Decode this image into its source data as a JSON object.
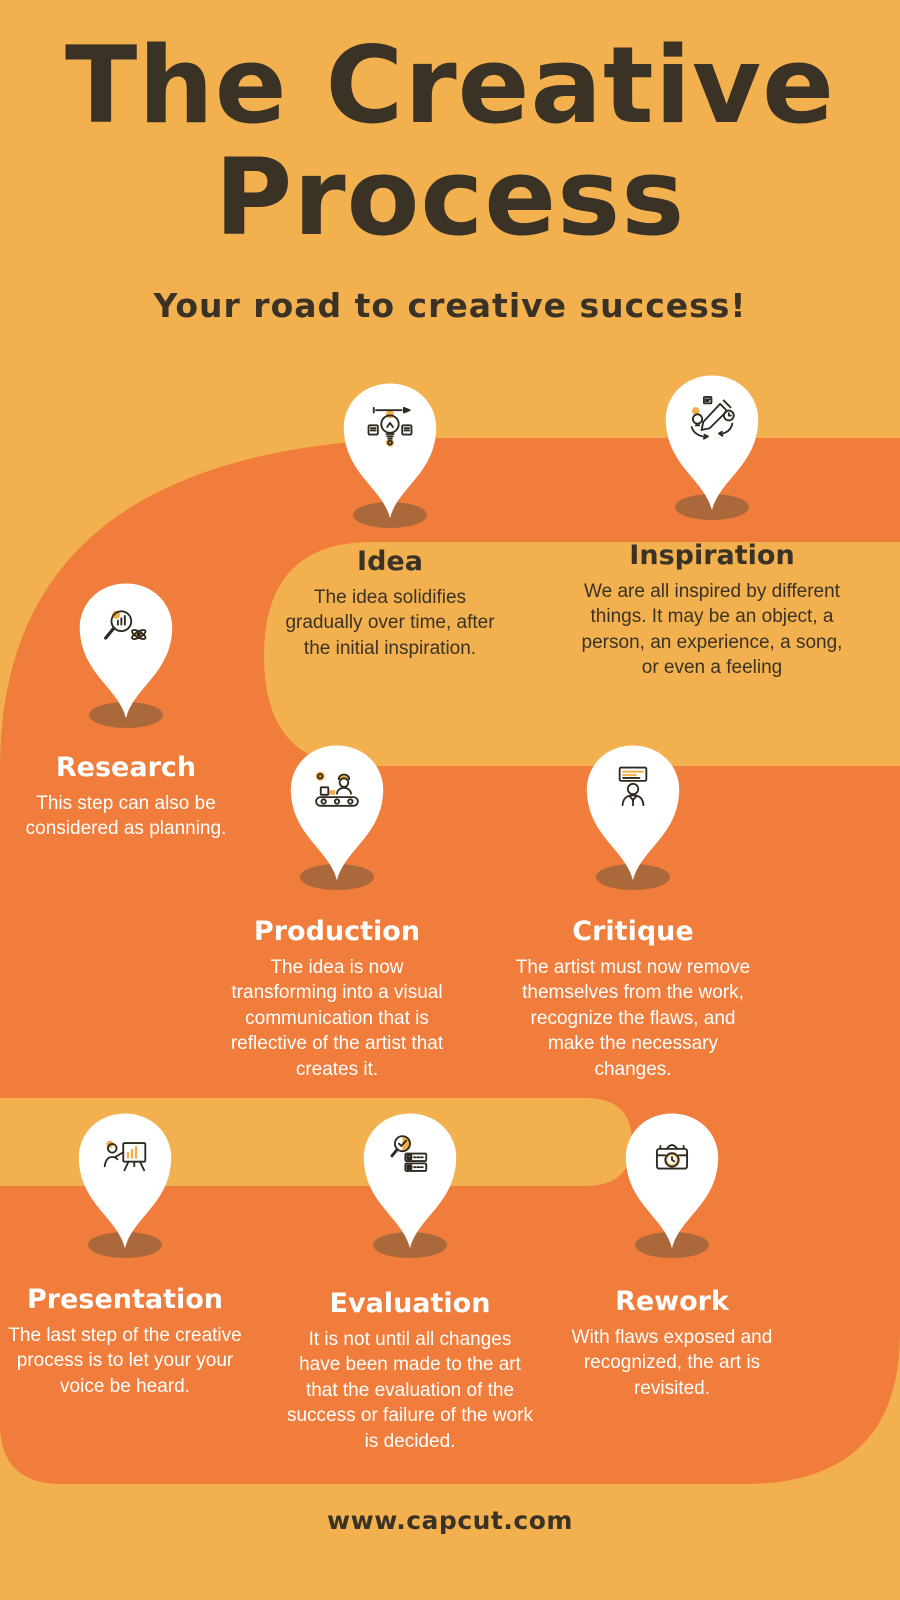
{
  "page": {
    "title_line1": "The Creative",
    "title_line2": "Process",
    "subtitle": "Your road to creative success!",
    "footer": "www.capcut.com"
  },
  "colors": {
    "background": "#F2B14E",
    "road": "#F07D3B",
    "dark": "#3B3226",
    "white": "#FFFFFF",
    "shadow": "#AA683B",
    "accent": "#F1AE4B"
  },
  "steps": [
    {
      "id": "idea",
      "title": "Idea",
      "description": "The idea solidifies gradually over time, after the initial inspiration.",
      "icon": "idea-bulb-icon",
      "text_color": "dark"
    },
    {
      "id": "inspiration",
      "title": "Inspiration",
      "description": "We are all inspired by different things.  It may be an object, a person, an experience, a song, or even a feeling",
      "icon": "inspiration-pencil-icon",
      "text_color": "dark"
    },
    {
      "id": "research",
      "title": "Research",
      "description": "This step can also be considered as planning.",
      "icon": "research-magnifier-icon",
      "text_color": "white"
    },
    {
      "id": "production",
      "title": "Production",
      "description": "The idea is now transforming into a visual communication that is reflective of the artist that creates it.",
      "icon": "production-conveyor-icon",
      "text_color": "white"
    },
    {
      "id": "critique",
      "title": "Critique",
      "description": "The artist must now remove themselves from the work, recognize the flaws, and make the necessary changes.",
      "icon": "critique-person-icon",
      "text_color": "white"
    },
    {
      "id": "presentation",
      "title": "Presentation",
      "description": "The last step of the creative process is to let your your voice be heard.",
      "icon": "presentation-board-icon",
      "text_color": "white"
    },
    {
      "id": "evaluation",
      "title": "Evaluation",
      "description": "It is not until all changes have been made to the art that the evaluation of the success or failure of the work is decided.",
      "icon": "evaluation-checklist-icon",
      "text_color": "white"
    },
    {
      "id": "rework",
      "title": "Rework",
      "description": "With flaws exposed and recognized, the art is revisited.",
      "icon": "rework-toolbox-icon",
      "text_color": "white"
    }
  ]
}
